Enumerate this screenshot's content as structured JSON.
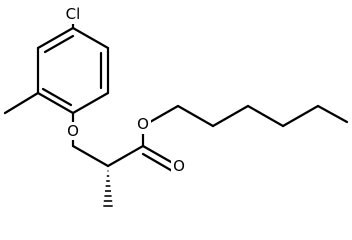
{
  "molecule": {
    "atoms": [
      {
        "id": "cl",
        "label": "Cl"
      },
      {
        "id": "o_ether",
        "label": "O"
      },
      {
        "id": "o_ester",
        "label": "O"
      },
      {
        "id": "o_carbonyl",
        "label": "O"
      }
    ]
  }
}
